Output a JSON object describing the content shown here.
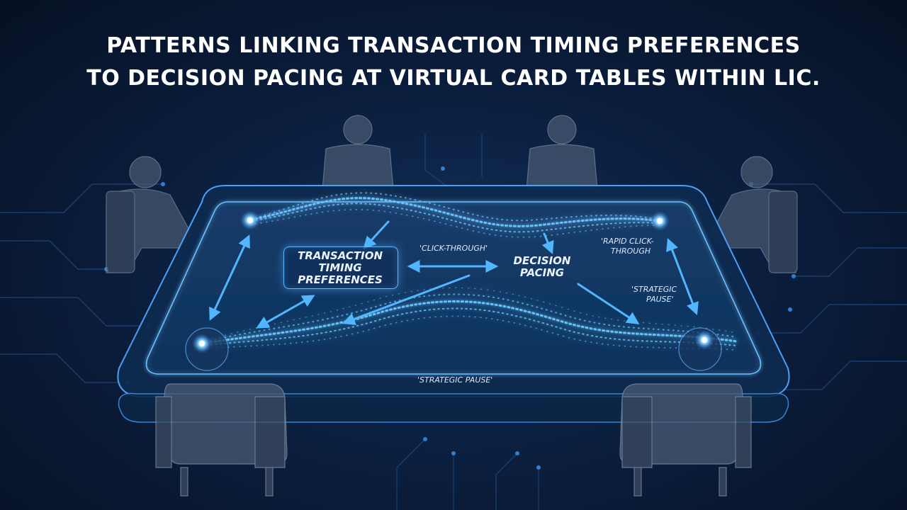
{
  "title": {
    "line1": "PATTERNS LINKING TRANSACTION TIMING PREFERENCES",
    "line2": "TO DECISION PACING AT VIRTUAL CARD TABLES WITHIN LIC."
  },
  "labels": {
    "transaction_line1": "TRANSACTION",
    "transaction_line2": "TIMING",
    "transaction_line3": "PREFERENCES",
    "decision_line1": "DECISION",
    "decision_line2": "PACING",
    "click_through": "'CLICK-THROUGH'",
    "rapid_line1": "'RAPID CLICK-",
    "rapid_line2": "THROUGH",
    "strategic_right_line1": "'STRATEGIC",
    "strategic_right_line2": "PAUSE'",
    "strategic_bottom": "'STRATEGIC PAUSE'"
  },
  "colors": {
    "background": "#0b1f3f",
    "accent": "#4fb3ff",
    "glow": "#9fdcff",
    "text": "#ffffff"
  }
}
